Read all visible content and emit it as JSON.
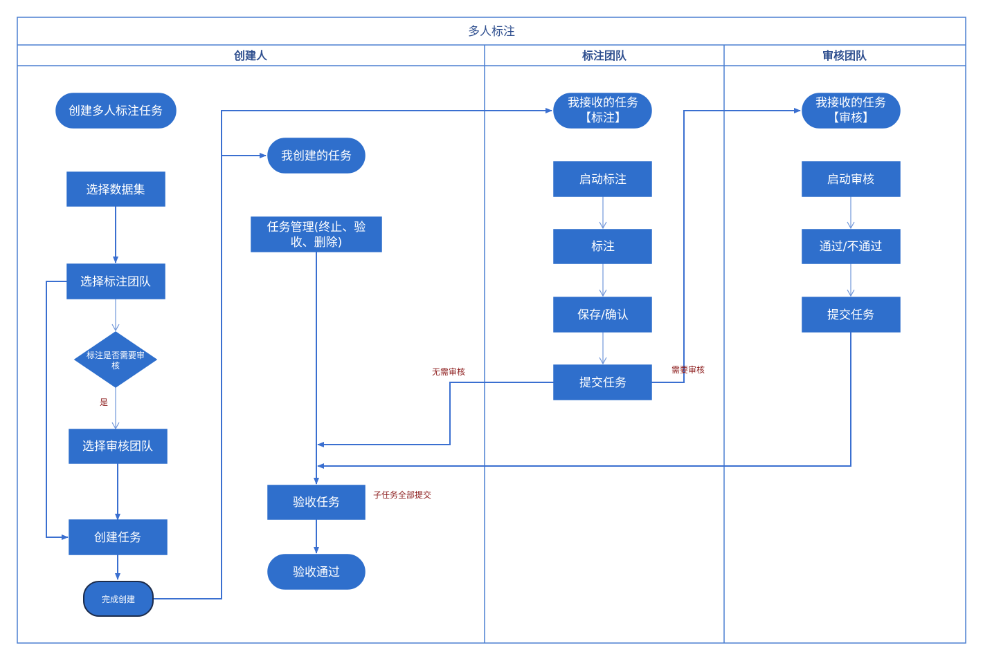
{
  "diagram": {
    "title": "多人标注",
    "lanes": {
      "creator": "创建人",
      "annotate": "标注团队",
      "review": "审核团队"
    },
    "nodes": {
      "create_task": "创建多人标注任务",
      "select_dataset": "选择数据集",
      "select_annot_team": "选择标注团队",
      "need_review_q": [
        "标注是否需要审",
        "核"
      ],
      "select_review_team": "选择审核团队",
      "create_job": "创建任务",
      "done_create": "完成创建",
      "my_created": "我创建的任务",
      "task_manage": [
        "任务管理(终止、验",
        "收、删除)"
      ],
      "accept_task": "验收任务",
      "accept_pass": "验收通过",
      "recv_annot": [
        "我接收的任务",
        "【标注】"
      ],
      "start_annot": "启动标注",
      "annot": "标注",
      "save_confirm": "保存/确认",
      "submit_annot": "提交任务",
      "recv_review": [
        "我接收的任务",
        "【审核】"
      ],
      "start_review": "启动审核",
      "pass_fail": "通过/不通过",
      "submit_review": "提交任务"
    },
    "edge_labels": {
      "yes": "是",
      "no_review": "无需审核",
      "need_review": "需要审核",
      "all_submitted": "子任务全部提交"
    },
    "colors": {
      "node_fill": "#2f6fcc",
      "frame": "#4a7fd0",
      "label": "#8b1a1a"
    }
  }
}
